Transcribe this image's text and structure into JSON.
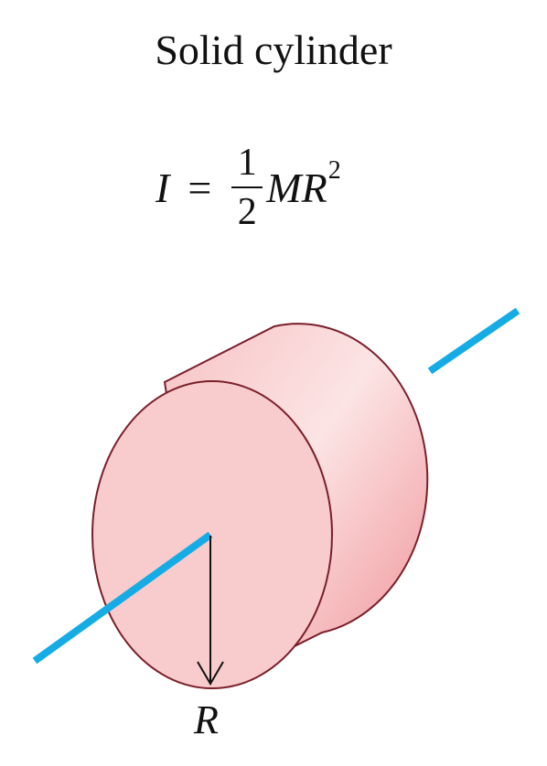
{
  "title": "Solid cylinder",
  "formula": {
    "lhs": "I",
    "equals": "=",
    "numerator": "1",
    "denominator": "2",
    "mass": "MR",
    "exponent": "2"
  },
  "radius_label": "R",
  "colors": {
    "axis": "#15ace6",
    "cylinder_fill": "#f8c8c8",
    "cylinder_dark": "#f09a9e",
    "outline": "#7a1f2a",
    "arrow": "#111111"
  }
}
